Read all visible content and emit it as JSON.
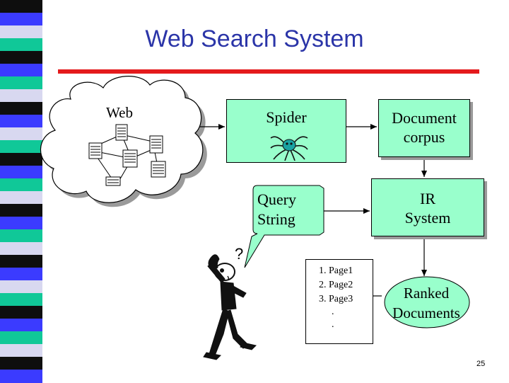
{
  "slide": {
    "title": "Web Search System",
    "page_number": "25"
  },
  "colors": {
    "title": "#2b35a8",
    "title_rule": "#e41a1c",
    "box_fill": "#99ffcc",
    "stripes": [
      "#0e0e0e",
      "#3b3bff",
      "#d8d8f0",
      "#10c898",
      "#0e0e0e",
      "#3b3bff",
      "#10c898",
      "#d8d8f0",
      "#0e0e0e",
      "#3b3bff",
      "#d8d8f0",
      "#10c898",
      "#0e0e0e",
      "#3b3bff",
      "#10c898",
      "#d8d8f0",
      "#0e0e0e",
      "#3b3bff",
      "#10c898",
      "#d8d8f0",
      "#0e0e0e",
      "#3b3bff",
      "#d8d8f0",
      "#10c898",
      "#0e0e0e",
      "#3b3bff",
      "#10c898",
      "#d8d8f0",
      "#0e0e0e",
      "#3b3bff"
    ]
  },
  "nodes": {
    "web": "Web",
    "spider": "Spider",
    "document_corpus_line1": "Document",
    "document_corpus_line2": "corpus",
    "query_line1": "Query",
    "query_line2": "String",
    "ir_line1": "IR",
    "ir_line2": "System",
    "ranked_line1": "Ranked",
    "ranked_line2": "Documents"
  },
  "results": {
    "lines": [
      "1. Page1",
      "2. Page2",
      "3. Page3"
    ],
    "dots": [
      ".",
      "."
    ]
  },
  "user_bubble_text": "?",
  "icons": [
    "spider-icon",
    "web-page-icon",
    "thinking-person-icon",
    "cloud-shape"
  ]
}
